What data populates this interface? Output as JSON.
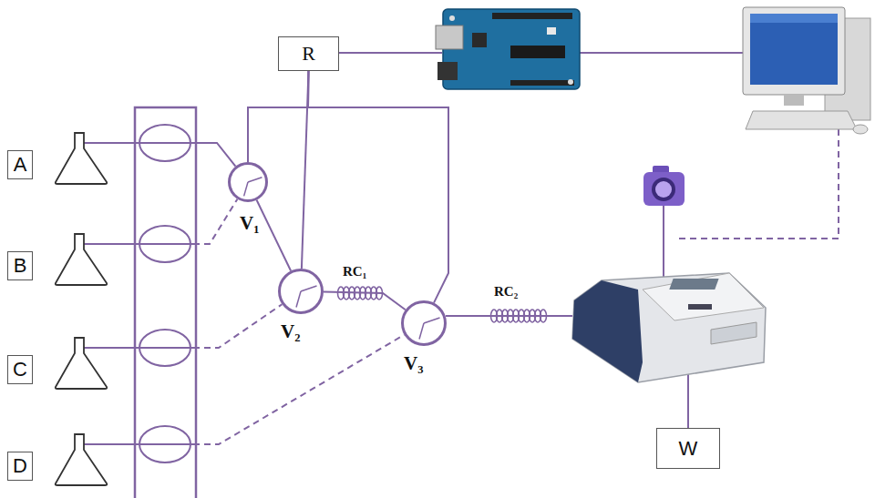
{
  "diagram": {
    "nodes": [
      {
        "text": [
          "A"
        ]
      },
      {
        "text": [
          "B"
        ]
      },
      {
        "text": [
          "C"
        ]
      },
      {
        "text": [
          "D"
        ]
      },
      {
        "text": [
          "R"
        ]
      },
      {
        "text": [
          "V₁"
        ]
      },
      {
        "text": [
          "V₂"
        ]
      },
      {
        "text": [
          "V₃"
        ]
      },
      {
        "text": [
          "W"
        ]
      }
    ],
    "edges": [
      {
        "from": 0,
        "to": 5,
        "arrow": "none"
      },
      {
        "from": 1,
        "to": 5,
        "arrow": "none"
      },
      {
        "from": 2,
        "to": 6,
        "arrow": "none"
      },
      {
        "from": 3,
        "to": 7,
        "arrow": "none"
      },
      {
        "from": 5,
        "to": 6,
        "arrow": "none"
      },
      {
        "from": 6,
        "to": 7,
        "arrow": "none"
      },
      {
        "from": 4,
        "to": 6,
        "arrow": "none"
      },
      {
        "from": 4,
        "to": 5,
        "arrow": "none"
      },
      {
        "from": 4,
        "to": 7,
        "arrow": "none"
      }
    ],
    "labels": [
      "RC₁",
      "RC₂"
    ]
  }
}
